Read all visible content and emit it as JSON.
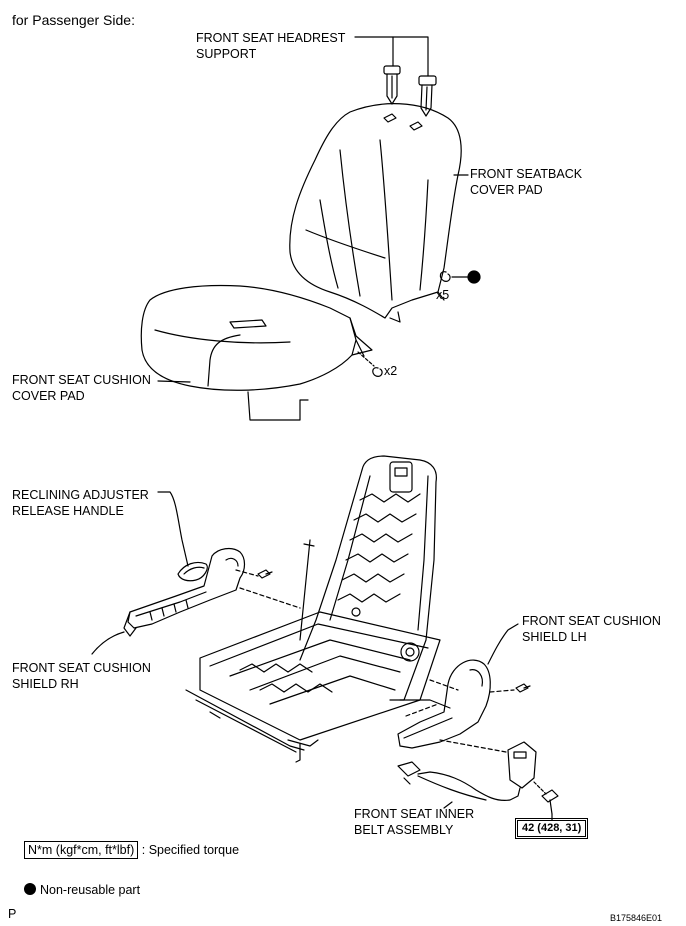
{
  "header": {
    "subtitle": "for Passenger Side:"
  },
  "labels": {
    "headrest_support": "FRONT SEAT HEADREST SUPPORT",
    "seatback_cover_pad": "FRONT SEATBACK COVER PAD",
    "qty_x5": "x5",
    "cushion_cover_pad": "FRONT SEAT CUSHION COVER PAD",
    "qty_x2": "x2",
    "reclining_handle": "RECLINING ADJUSTER RELEASE HANDLE",
    "cushion_shield_rh": "FRONT SEAT CUSHION SHIELD RH",
    "cushion_shield_lh": "FRONT SEAT CUSHION SHIELD LH",
    "inner_belt": "FRONT SEAT INNER BELT ASSEMBLY",
    "torque_value": "42 (428, 31)"
  },
  "legend": {
    "torque_unit": "N*m (kgf*cm, ft*lbf)",
    "torque_text": ": Specified torque",
    "non_reusable": "Non-reusable part"
  },
  "footer": {
    "page_letter": "P",
    "figure_id": "B175846E01"
  }
}
